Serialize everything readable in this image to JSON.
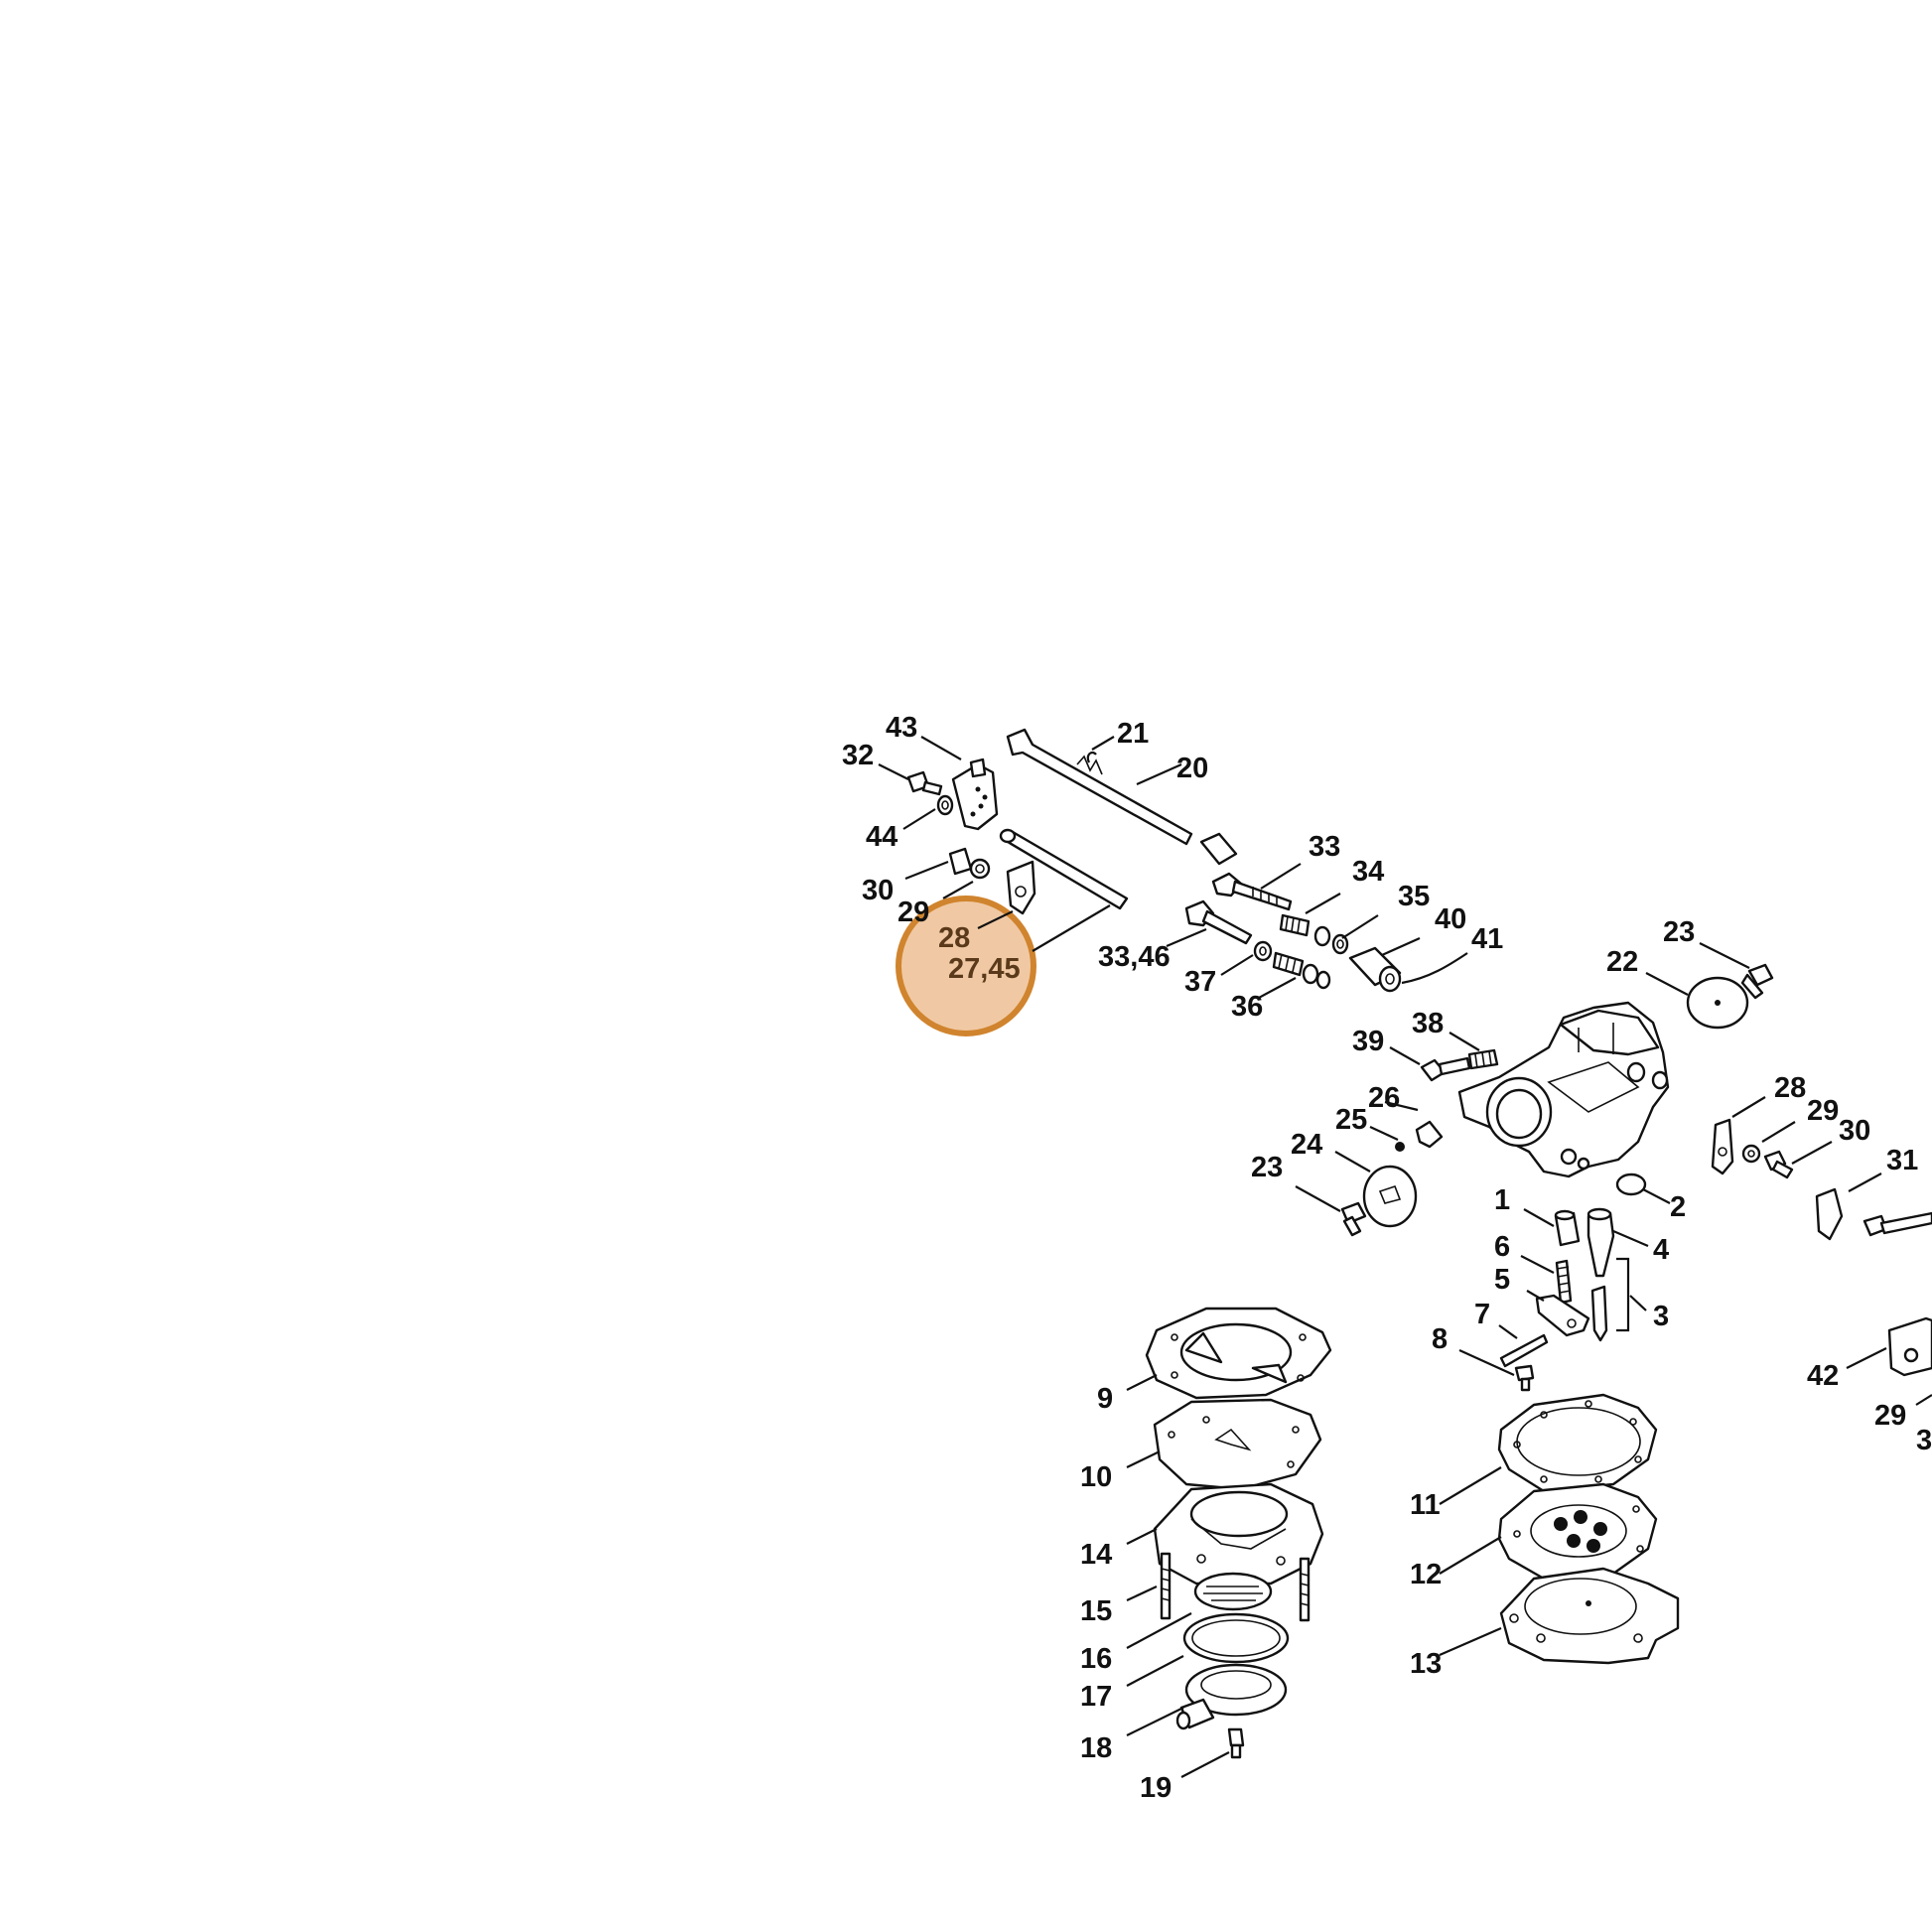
{
  "diagram": {
    "callouts": [
      {
        "id": "c43",
        "text": "43"
      },
      {
        "id": "c32",
        "text": "32"
      },
      {
        "id": "c44",
        "text": "44"
      },
      {
        "id": "c30a",
        "text": "30"
      },
      {
        "id": "c29a",
        "text": "29"
      },
      {
        "id": "c21",
        "text": "21"
      },
      {
        "id": "c20",
        "text": "20"
      },
      {
        "id": "c33a",
        "text": "33"
      },
      {
        "id": "c34",
        "text": "34"
      },
      {
        "id": "c35",
        "text": "35"
      },
      {
        "id": "c40",
        "text": "40"
      },
      {
        "id": "c41",
        "text": "41"
      },
      {
        "id": "c3346",
        "text": "33,46"
      },
      {
        "id": "c37",
        "text": "37"
      },
      {
        "id": "c36",
        "text": "36"
      },
      {
        "id": "c23a",
        "text": "23"
      },
      {
        "id": "c22",
        "text": "22"
      },
      {
        "id": "c39",
        "text": "39"
      },
      {
        "id": "c38",
        "text": "38"
      },
      {
        "id": "c28b",
        "text": "28"
      },
      {
        "id": "c29b",
        "text": "29"
      },
      {
        "id": "c30b",
        "text": "30"
      },
      {
        "id": "c31a",
        "text": "31"
      },
      {
        "id": "c26",
        "text": "26"
      },
      {
        "id": "c25",
        "text": "25"
      },
      {
        "id": "c24",
        "text": "24"
      },
      {
        "id": "c23b",
        "text": "23"
      },
      {
        "id": "c2",
        "text": "2"
      },
      {
        "id": "c1",
        "text": "1"
      },
      {
        "id": "c4",
        "text": "4"
      },
      {
        "id": "c6",
        "text": "6"
      },
      {
        "id": "c5",
        "text": "5"
      },
      {
        "id": "c3",
        "text": "3"
      },
      {
        "id": "c7",
        "text": "7"
      },
      {
        "id": "c8",
        "text": "8"
      },
      {
        "id": "c42",
        "text": "42"
      },
      {
        "id": "c29c",
        "text": "29"
      },
      {
        "id": "c31b",
        "text": "3"
      },
      {
        "id": "c9",
        "text": "9"
      },
      {
        "id": "c10",
        "text": "10"
      },
      {
        "id": "c14",
        "text": "14"
      },
      {
        "id": "c15",
        "text": "15"
      },
      {
        "id": "c16",
        "text": "16"
      },
      {
        "id": "c17",
        "text": "17"
      },
      {
        "id": "c18",
        "text": "18"
      },
      {
        "id": "c19",
        "text": "19"
      },
      {
        "id": "c11",
        "text": "11"
      },
      {
        "id": "c12",
        "text": "12"
      },
      {
        "id": "c13",
        "text": "13"
      }
    ],
    "highlight": {
      "line1": "28",
      "line2": "27,45",
      "fill_color": "#f0c9a4",
      "stroke_color": "#d0842e",
      "text_color": "#5a3a1a"
    }
  }
}
